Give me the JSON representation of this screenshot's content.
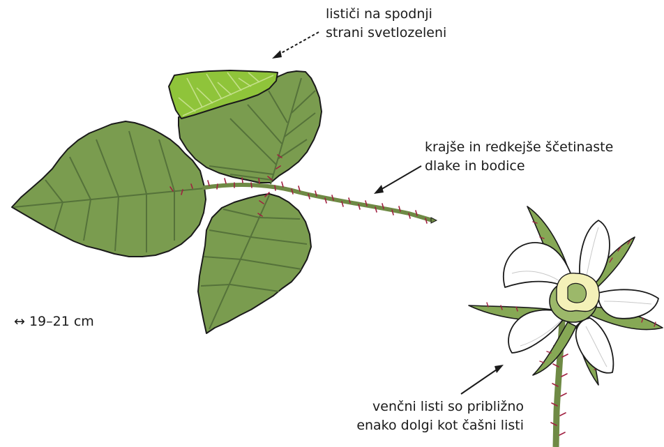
{
  "labels": {
    "underside": [
      "lističi na spodnji",
      "strani svetlozeleni"
    ],
    "hairs": [
      "krajše in redkejše ščetinaste",
      "dlake in bodice"
    ],
    "size": "↔ 19–21 cm",
    "petals": [
      "venčni listi so približno",
      "enako dolgi kot čašni listi"
    ]
  },
  "colors": {
    "leaf_upper": "#7a9c4f",
    "leaf_under": "#8fc43a",
    "vein": "#55723a",
    "outline": "#1a1a1a",
    "stem": "#6f8a45",
    "prickle": "#a02040",
    "petal": "#ffffff",
    "sepal": "#86a855",
    "center": "#f4f1b8"
  }
}
